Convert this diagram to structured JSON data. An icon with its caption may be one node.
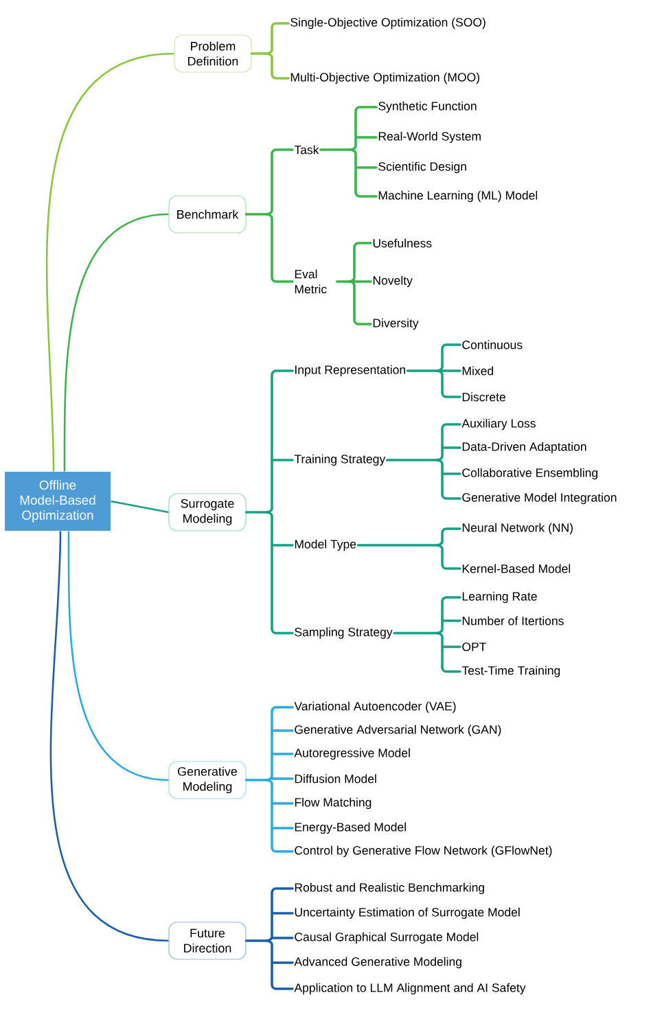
{
  "diagram": {
    "nodes": [
      {
        "text": [
          "Offline Model-Based Optimization"
        ]
      },
      {
        "text": [
          "Problem Definition"
        ]
      },
      {
        "text": [
          "Single-Objective Optimization (SOO)"
        ]
      },
      {
        "text": [
          "Multi-Objective Optimization (MOO)"
        ]
      },
      {
        "text": [
          "Benchmark"
        ]
      },
      {
        "text": [
          "Task"
        ]
      },
      {
        "text": [
          "Synthetic Function"
        ]
      },
      {
        "text": [
          "Real-World System"
        ]
      },
      {
        "text": [
          "Scientific Design"
        ]
      },
      {
        "text": [
          "Machine Learning (ML) Model"
        ]
      },
      {
        "text": [
          "Eval Metric"
        ]
      },
      {
        "text": [
          "Usefulness"
        ]
      },
      {
        "text": [
          "Novelty"
        ]
      },
      {
        "text": [
          "Diversity"
        ]
      },
      {
        "text": [
          "Surrogate Modeling"
        ]
      },
      {
        "text": [
          "Input Representation"
        ]
      },
      {
        "text": [
          "Continuous"
        ]
      },
      {
        "text": [
          "Mixed"
        ]
      },
      {
        "text": [
          "Discrete"
        ]
      },
      {
        "text": [
          "Training Strategy"
        ]
      },
      {
        "text": [
          "Auxiliary Loss"
        ]
      },
      {
        "text": [
          "Data-Driven Adaptation"
        ]
      },
      {
        "text": [
          "Collaborative Ensembling"
        ]
      },
      {
        "text": [
          "Generative Model Integration"
        ]
      },
      {
        "text": [
          "Model Type"
        ]
      },
      {
        "text": [
          "Neural Network (NN)"
        ]
      },
      {
        "text": [
          "Kernel-Based Model"
        ]
      },
      {
        "text": [
          "Sampling Strategy"
        ]
      },
      {
        "text": [
          "Learning Rate"
        ]
      },
      {
        "text": [
          "Number of Itertions"
        ]
      },
      {
        "text": [
          "OPT"
        ]
      },
      {
        "text": [
          "Test-Time Training"
        ]
      },
      {
        "text": [
          "Generative Modeling"
        ]
      },
      {
        "text": [
          "Variational Autoencoder (VAE)"
        ]
      },
      {
        "text": [
          "Generative Adversarial Network (GAN)"
        ]
      },
      {
        "text": [
          "Autoregressive Model"
        ]
      },
      {
        "text": [
          "Diffusion Model"
        ]
      },
      {
        "text": [
          "Flow Matching"
        ]
      },
      {
        "text": [
          "Energy-Based Model"
        ]
      },
      {
        "text": [
          "Control by Generative Flow Network (GFlowNet)"
        ]
      },
      {
        "text": [
          "Future Direction"
        ]
      },
      {
        "text": [
          "Robust and Realistic Benchmarking"
        ]
      },
      {
        "text": [
          "Uncertainty Estimation of Surrogate Model"
        ]
      },
      {
        "text": [
          "Causal Graphical Surrogate Model"
        ]
      },
      {
        "text": [
          "Advanced Generative Modeling"
        ]
      },
      {
        "text": [
          "Application to LLM Alignment and AI Safety"
        ]
      }
    ],
    "edges": [
      {
        "from": 0,
        "to": 1,
        "arrow": "none",
        "color": "#8cc63f"
      },
      {
        "from": 0,
        "to": 4,
        "arrow": "none",
        "color": "#39b54a"
      },
      {
        "from": 0,
        "to": 14,
        "arrow": "none",
        "color": "#16a085"
      },
      {
        "from": 0,
        "to": 32,
        "arrow": "none",
        "color": "#29abe2"
      },
      {
        "from": 0,
        "to": 40,
        "arrow": "none",
        "color": "#1b5fab"
      },
      {
        "from": 1,
        "to": 2,
        "arrow": "none",
        "color": "#8cc63f"
      },
      {
        "from": 1,
        "to": 3,
        "arrow": "none",
        "color": "#8cc63f"
      },
      {
        "from": 4,
        "to": 5,
        "arrow": "none",
        "color": "#39b54a"
      },
      {
        "from": 4,
        "to": 10,
        "arrow": "none",
        "color": "#39b54a"
      },
      {
        "from": 5,
        "to": 6,
        "arrow": "none",
        "color": "#39b54a"
      },
      {
        "from": 5,
        "to": 7,
        "arrow": "none",
        "color": "#39b54a"
      },
      {
        "from": 5,
        "to": 8,
        "arrow": "none",
        "color": "#39b54a"
      },
      {
        "from": 5,
        "to": 9,
        "arrow": "none",
        "color": "#39b54a"
      },
      {
        "from": 10,
        "to": 11,
        "arrow": "none",
        "color": "#39b54a"
      },
      {
        "from": 10,
        "to": 12,
        "arrow": "none",
        "color": "#39b54a"
      },
      {
        "from": 10,
        "to": 13,
        "arrow": "none",
        "color": "#39b54a"
      },
      {
        "from": 14,
        "to": 15,
        "arrow": "none",
        "color": "#16a085"
      },
      {
        "from": 14,
        "to": 19,
        "arrow": "none",
        "color": "#16a085"
      },
      {
        "from": 14,
        "to": 24,
        "arrow": "none",
        "color": "#16a085"
      },
      {
        "from": 14,
        "to": 27,
        "arrow": "none",
        "color": "#16a085"
      },
      {
        "from": 15,
        "to": 16,
        "arrow": "none",
        "color": "#16a085"
      },
      {
        "from": 15,
        "to": 17,
        "arrow": "none",
        "color": "#16a085"
      },
      {
        "from": 15,
        "to": 18,
        "arrow": "none",
        "color": "#16a085"
      },
      {
        "from": 19,
        "to": 20,
        "arrow": "none",
        "color": "#16a085"
      },
      {
        "from": 19,
        "to": 21,
        "arrow": "none",
        "color": "#16a085"
      },
      {
        "from": 19,
        "to": 22,
        "arrow": "none",
        "color": "#16a085"
      },
      {
        "from": 19,
        "to": 23,
        "arrow": "none",
        "color": "#16a085"
      },
      {
        "from": 24,
        "to": 25,
        "arrow": "none",
        "color": "#16a085"
      },
      {
        "from": 24,
        "to": 26,
        "arrow": "none",
        "color": "#16a085"
      },
      {
        "from": 27,
        "to": 28,
        "arrow": "none",
        "color": "#16a085"
      },
      {
        "from": 27,
        "to": 29,
        "arrow": "none",
        "color": "#16a085"
      },
      {
        "from": 27,
        "to": 30,
        "arrow": "none",
        "color": "#16a085"
      },
      {
        "from": 27,
        "to": 31,
        "arrow": "none",
        "color": "#16a085"
      },
      {
        "from": 32,
        "to": 33,
        "arrow": "none",
        "color": "#29abe2"
      },
      {
        "from": 32,
        "to": 34,
        "arrow": "none",
        "color": "#29abe2"
      },
      {
        "from": 32,
        "to": 35,
        "arrow": "none",
        "color": "#29abe2"
      },
      {
        "from": 32,
        "to": 36,
        "arrow": "none",
        "color": "#29abe2"
      },
      {
        "from": 32,
        "to": 37,
        "arrow": "none",
        "color": "#29abe2"
      },
      {
        "from": 32,
        "to": 38,
        "arrow": "none",
        "color": "#29abe2"
      },
      {
        "from": 32,
        "to": 39,
        "arrow": "none",
        "color": "#29abe2"
      },
      {
        "from": 40,
        "to": 41,
        "arrow": "none",
        "color": "#1b5fab"
      },
      {
        "from": 40,
        "to": 42,
        "arrow": "none",
        "color": "#1b5fab"
      },
      {
        "from": 40,
        "to": 43,
        "arrow": "none",
        "color": "#1b5fab"
      },
      {
        "from": 40,
        "to": 44,
        "arrow": "none",
        "color": "#1b5fab"
      },
      {
        "from": 40,
        "to": 45,
        "arrow": "none",
        "color": "#1b5fab"
      }
    ]
  }
}
